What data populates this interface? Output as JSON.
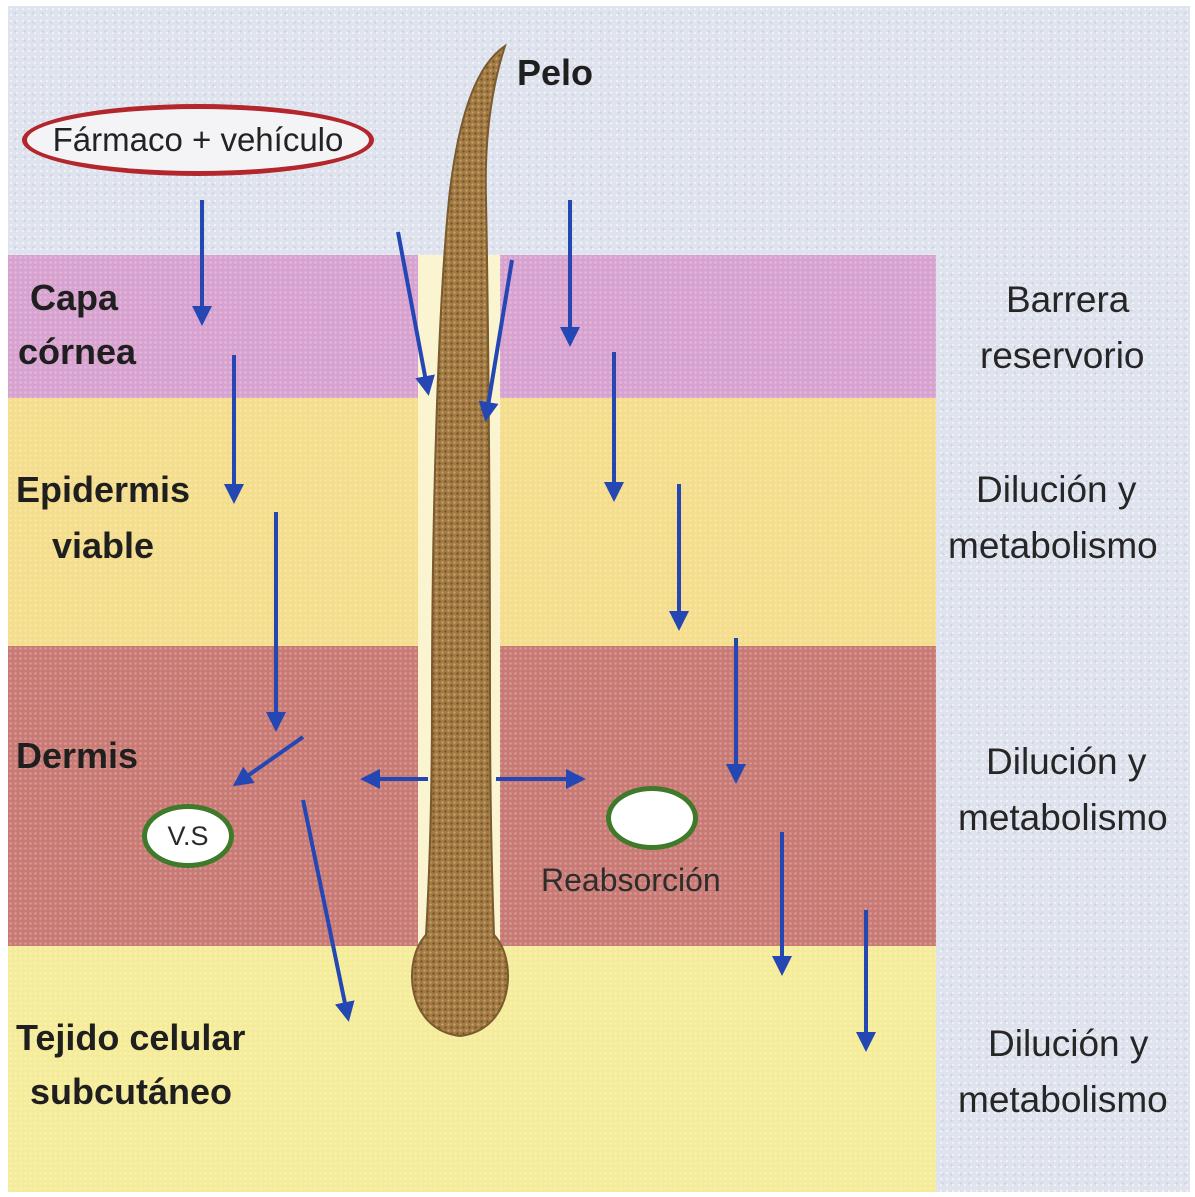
{
  "top": {
    "hair_label": "Pelo",
    "drug_label": "Fármaco + vehículo"
  },
  "layers": [
    {
      "name": "Capa córnea",
      "line1": "Capa",
      "line2": "córnea",
      "role1": "Barrera",
      "role2": "reservorio",
      "color": "#d7a2cf"
    },
    {
      "name": "Epidermis viable",
      "line1": "Epidermis",
      "line2": "viable",
      "role1": "Dilución y",
      "role2": "metabolismo",
      "color": "#f4dd8c"
    },
    {
      "name": "Dermis",
      "line1": "Dermis",
      "line2": "",
      "role1": "Dilución y",
      "role2": "metabolismo",
      "color": "#c97a74"
    },
    {
      "name": "Tejido celular subcutáneo",
      "line1": "Tejido celular",
      "line2": "subcutáneo",
      "role1": "Dilución y",
      "role2": "metabolismo",
      "color": "#f5ec9a"
    }
  ],
  "dermis_features": {
    "vessel_label": "V.S",
    "reabsorption_label": "Reabsorción"
  },
  "colors": {
    "arrow": "#2447b4",
    "hair": "#9b7540",
    "oval_border": "#b3262b",
    "vessel_border": "#3f7a2a"
  },
  "icons": [
    "flow-arrow-icon",
    "hair-shaft-icon",
    "blood-vessel-icon"
  ]
}
